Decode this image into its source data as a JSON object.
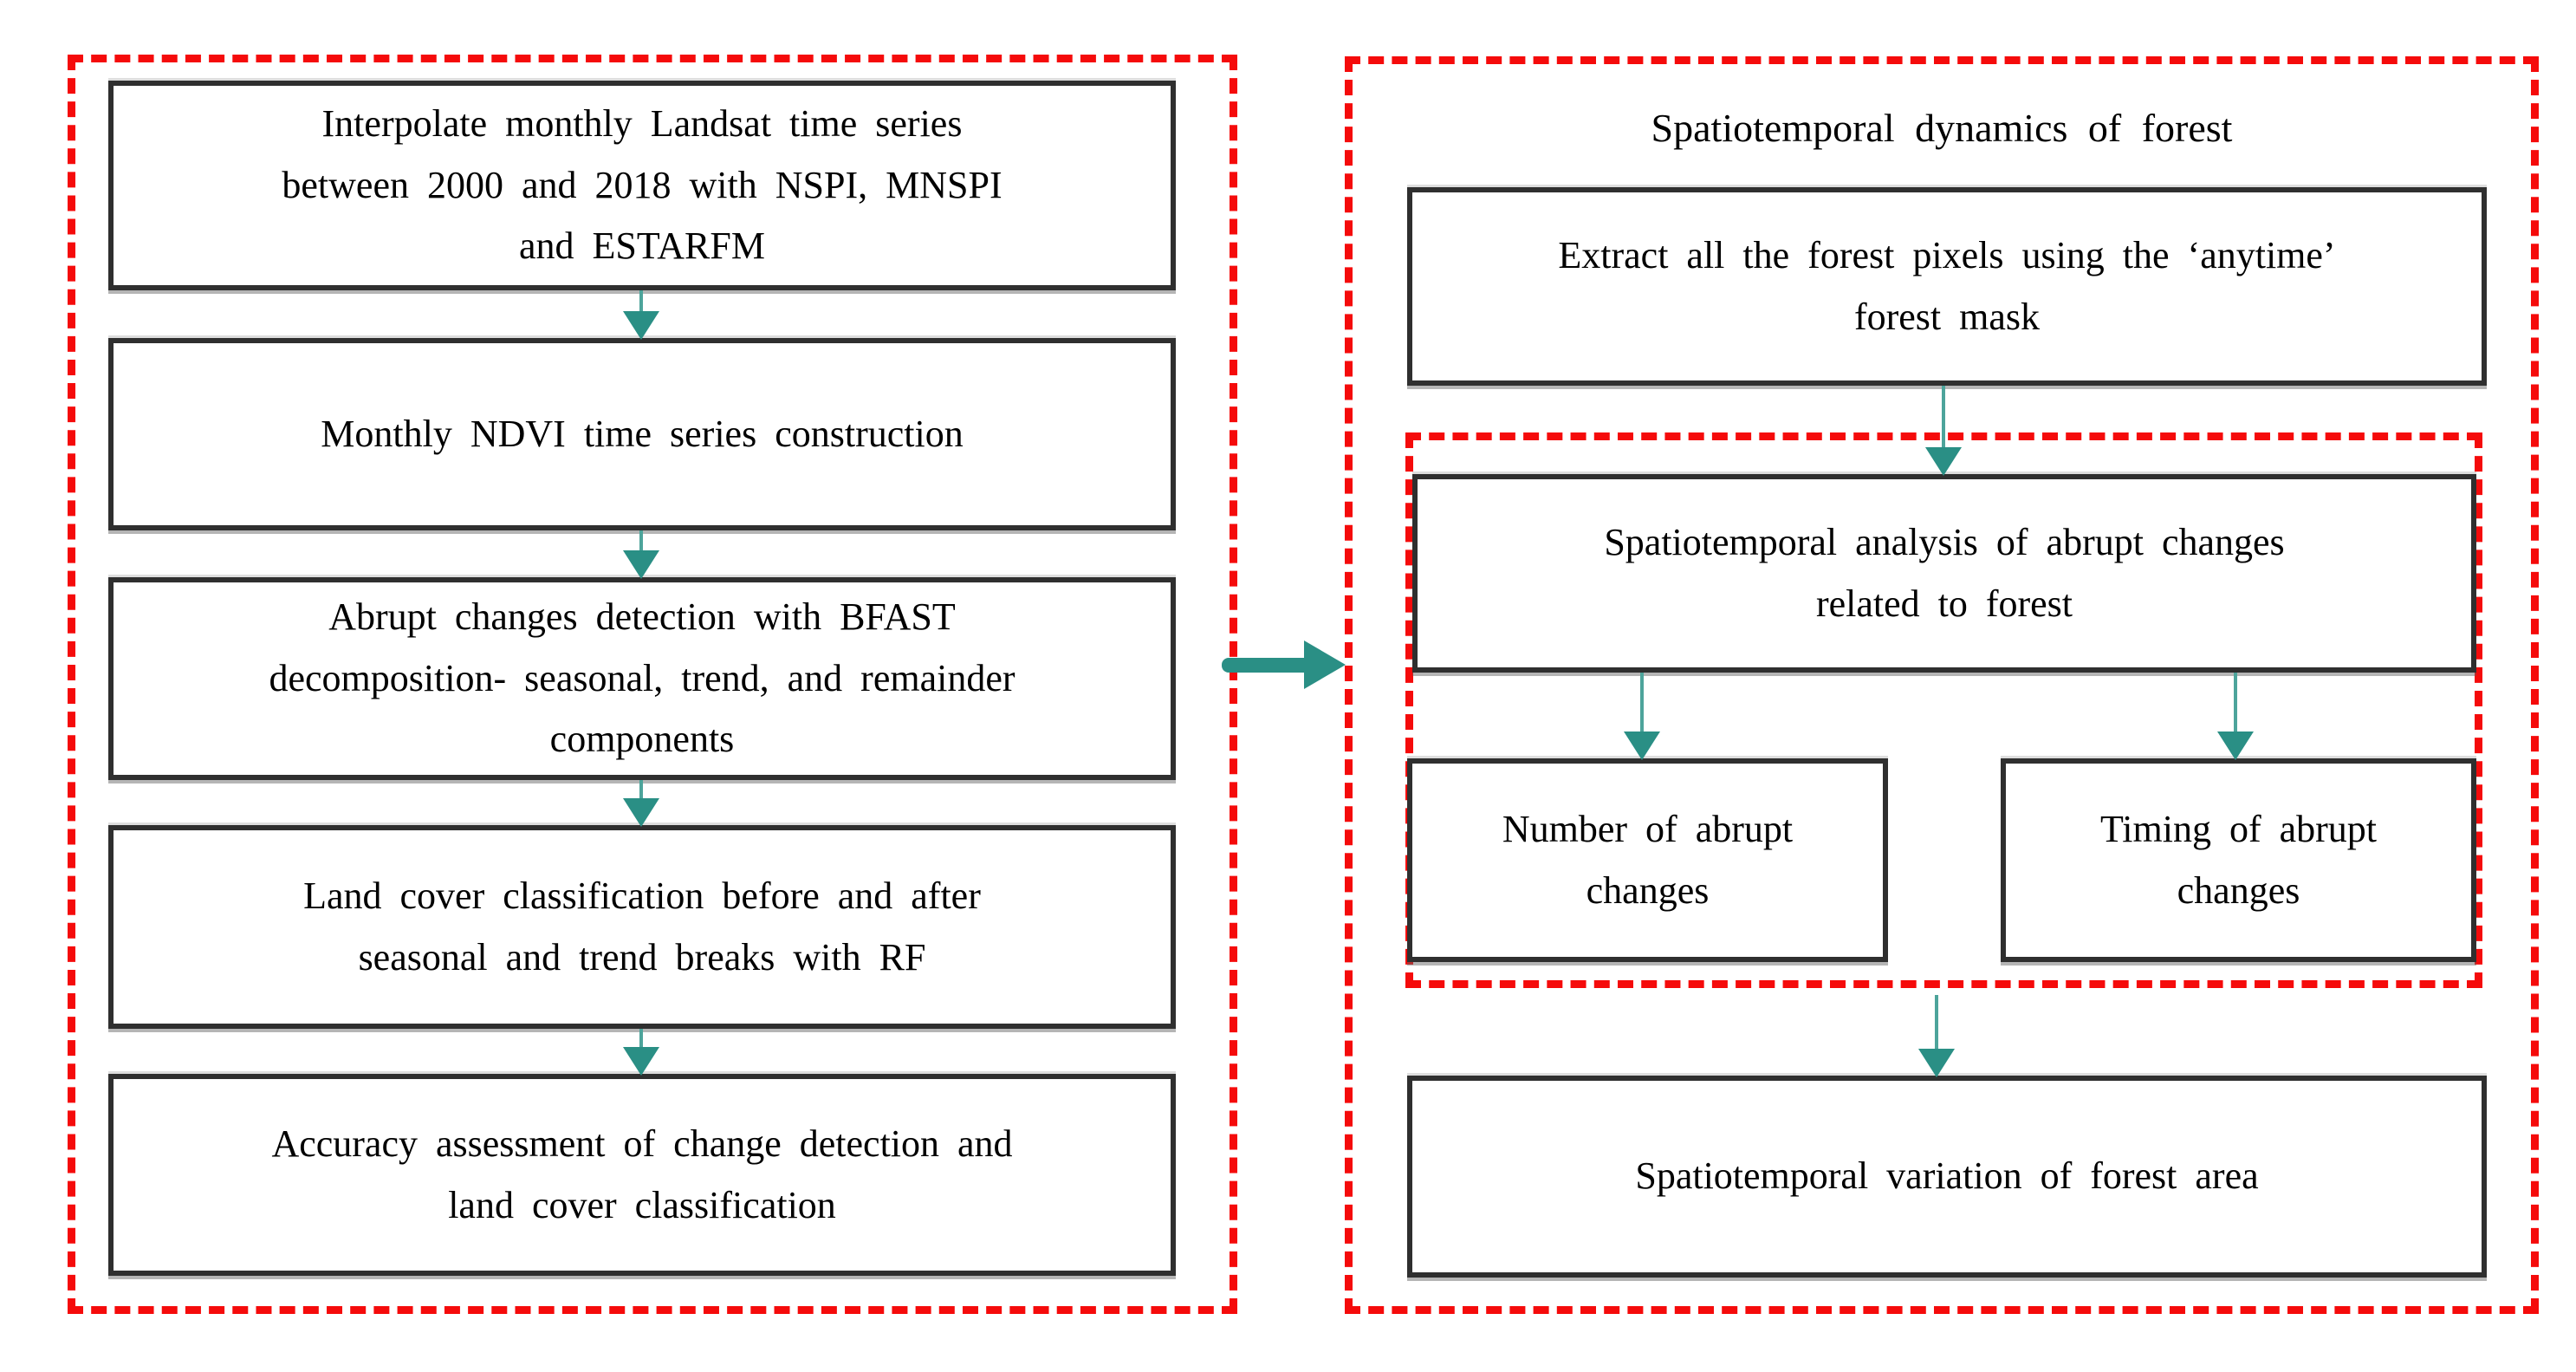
{
  "figure": {
    "type": "flowchart",
    "description_domain": "remote sensing forest change detection workflow"
  },
  "colors": {
    "dashed_border_red": "#f50b0b",
    "arrow_teal": "#2a8f85",
    "arrow_shaft_teal": "#4da49b",
    "box_border": "#2f2f2f",
    "background": "#ffffff",
    "text": "#000000"
  },
  "left_panel": {
    "boxes": [
      "Interpolate monthly Landsat time series\nbetween 2000 and 2018 with NSPI, MNSPI\nand ESTARFM",
      "Monthly NDVI time series construction",
      "Abrupt changes detection with BFAST\ndecomposition- seasonal, trend, and remainder\ncomponents",
      "Land cover classification before and after\nseasonal and trend breaks with RF",
      "Accuracy assessment of change detection and\nland cover classification"
    ]
  },
  "right_panel": {
    "title": "Spatiotemporal dynamics of forest",
    "extract_box": "Extract all the forest pixels using the ‘anytime’\nforest mask",
    "analysis_group": {
      "analysis_box": "Spatiotemporal analysis of abrupt changes\nrelated to forest",
      "number_box": "Number of abrupt\nchanges",
      "timing_box": "Timing of abrupt\nchanges"
    },
    "variation_box": "Spatiotemporal variation of forest area"
  }
}
